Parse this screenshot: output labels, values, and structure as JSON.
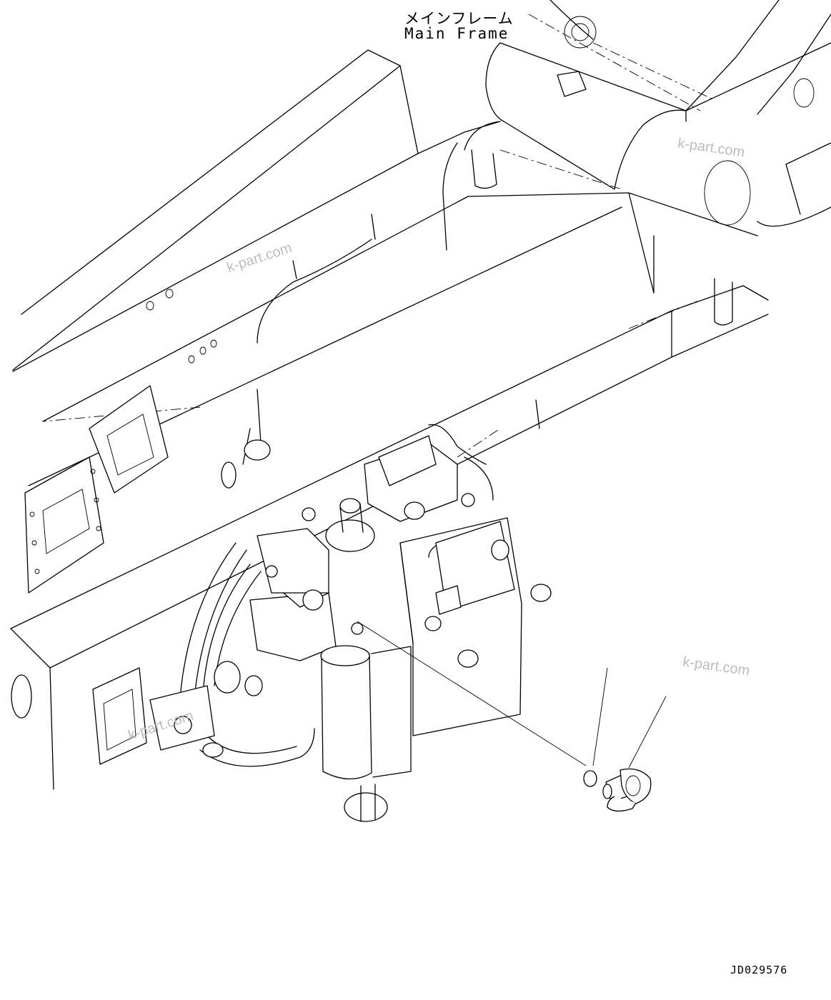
{
  "labels": {
    "main_frame_jp": "メインフレーム",
    "main_frame_en": "Main Frame",
    "drawing_id": "JD029576"
  },
  "watermarks": [
    "k-part.com",
    "k-part.com",
    "k-part.com",
    "k-part.com"
  ]
}
